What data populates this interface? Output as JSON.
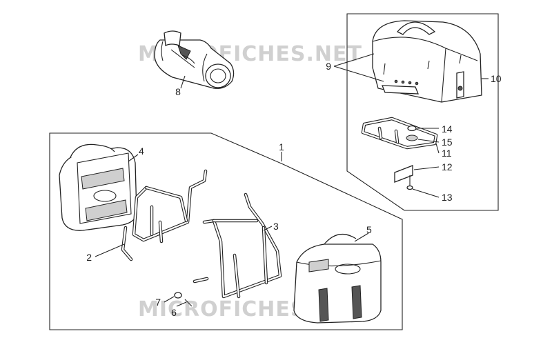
{
  "watermarks": [
    "MICROFICHES.NET",
    "MICROFICHES.NET"
  ],
  "callouts": {
    "c1": "1",
    "c2": "2",
    "c3": "3",
    "c4": "4",
    "c5": "5",
    "c6": "6",
    "c7": "7",
    "c8": "8",
    "c9": "9",
    "c10": "10",
    "c11": "11",
    "c12": "12",
    "c13": "13",
    "c14": "14",
    "c15": "15"
  }
}
